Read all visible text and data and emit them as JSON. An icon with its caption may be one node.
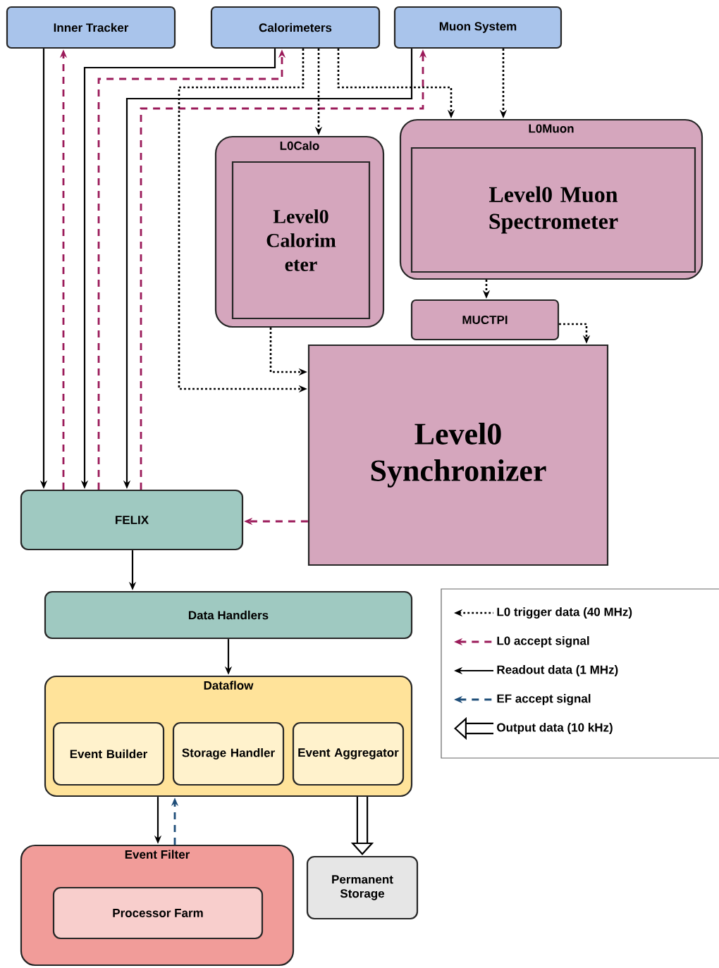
{
  "diagram": {
    "nodes": [
      {
        "text": [
          "Inner Tracker"
        ]
      },
      {
        "text": [
          "Calorimeters"
        ]
      },
      {
        "text": [
          "Muon System"
        ]
      },
      {
        "text": [
          "L0Calo"
        ]
      },
      {
        "text": [
          "Level0 Calorim eter"
        ],
        "in": 3
      },
      {
        "text": [
          "L0Muon"
        ]
      },
      {
        "text": [
          "Level0 Muon Spectrometer"
        ],
        "in": 5
      },
      {
        "text": [
          "MUCTPI"
        ]
      },
      {
        "text": [
          "Level0 Synchronizer"
        ]
      },
      {
        "text": [
          "FELIX"
        ]
      },
      {
        "text": [
          "Data Handlers"
        ]
      },
      {
        "text": [
          "Dataflow"
        ]
      },
      {
        "text": [
          "Event Builder"
        ],
        "in": 11
      },
      {
        "text": [
          "Storage Handler"
        ],
        "in": 11
      },
      {
        "text": [
          "Event Aggregator"
        ],
        "in": 11
      },
      {
        "text": [
          "Event Filter"
        ]
      },
      {
        "text": [
          "Processor Farm"
        ],
        "in": 15
      },
      {
        "text": [
          "Permanent Storage"
        ]
      }
    ],
    "edges": [
      {
        "from": 0,
        "to": 9,
        "arrow": "to"
      },
      {
        "from": 1,
        "to": 9,
        "arrow": "to"
      },
      {
        "from": 2,
        "to": 9,
        "arrow": "to"
      },
      {
        "from": 9,
        "to": 0,
        "arrow": "to",
        "style": "dashed",
        "color": "#9b1b5a"
      },
      {
        "from": 9,
        "to": 1,
        "arrow": "to",
        "style": "dashed",
        "color": "#9b1b5a"
      },
      {
        "from": 9,
        "to": 2,
        "arrow": "to",
        "style": "dashed",
        "color": "#9b1b5a"
      },
      {
        "from": 1,
        "to": 3,
        "arrow": "to",
        "style": "dashed"
      },
      {
        "from": 1,
        "to": 5,
        "arrow": "to",
        "style": "dashed"
      },
      {
        "from": 1,
        "to": 8,
        "arrow": "to",
        "style": "dashed"
      },
      {
        "from": 2,
        "to": 5,
        "arrow": "to",
        "style": "dashed"
      },
      {
        "from": 5,
        "to": 7,
        "arrow": "to",
        "style": "dashed"
      },
      {
        "from": 3,
        "to": 8,
        "arrow": "to",
        "style": "dashed"
      },
      {
        "from": 7,
        "to": 8,
        "arrow": "to",
        "style": "dashed"
      },
      {
        "from": 8,
        "to": 9,
        "arrow": "to",
        "style": "dashed",
        "color": "#9b1b5a"
      },
      {
        "from": 9,
        "to": 10,
        "arrow": "to"
      },
      {
        "from": 10,
        "to": 11,
        "arrow": "to"
      },
      {
        "from": 11,
        "to": 15,
        "arrow": "to"
      },
      {
        "from": 15,
        "to": 11,
        "arrow": "to",
        "style": "dashed",
        "color": "#1f4e79"
      },
      {
        "from": 11,
        "to": 17,
        "arrow": "to",
        "style": "thick"
      }
    ],
    "legend": [
      {
        "text": "L0 trigger data (40 MHz)"
      },
      {
        "text": "L0 accept signal"
      },
      {
        "text": "Readout data (1 MHz)"
      },
      {
        "text": "EF accept signal"
      },
      {
        "text": "Output data (10 kHz)"
      }
    ]
  }
}
